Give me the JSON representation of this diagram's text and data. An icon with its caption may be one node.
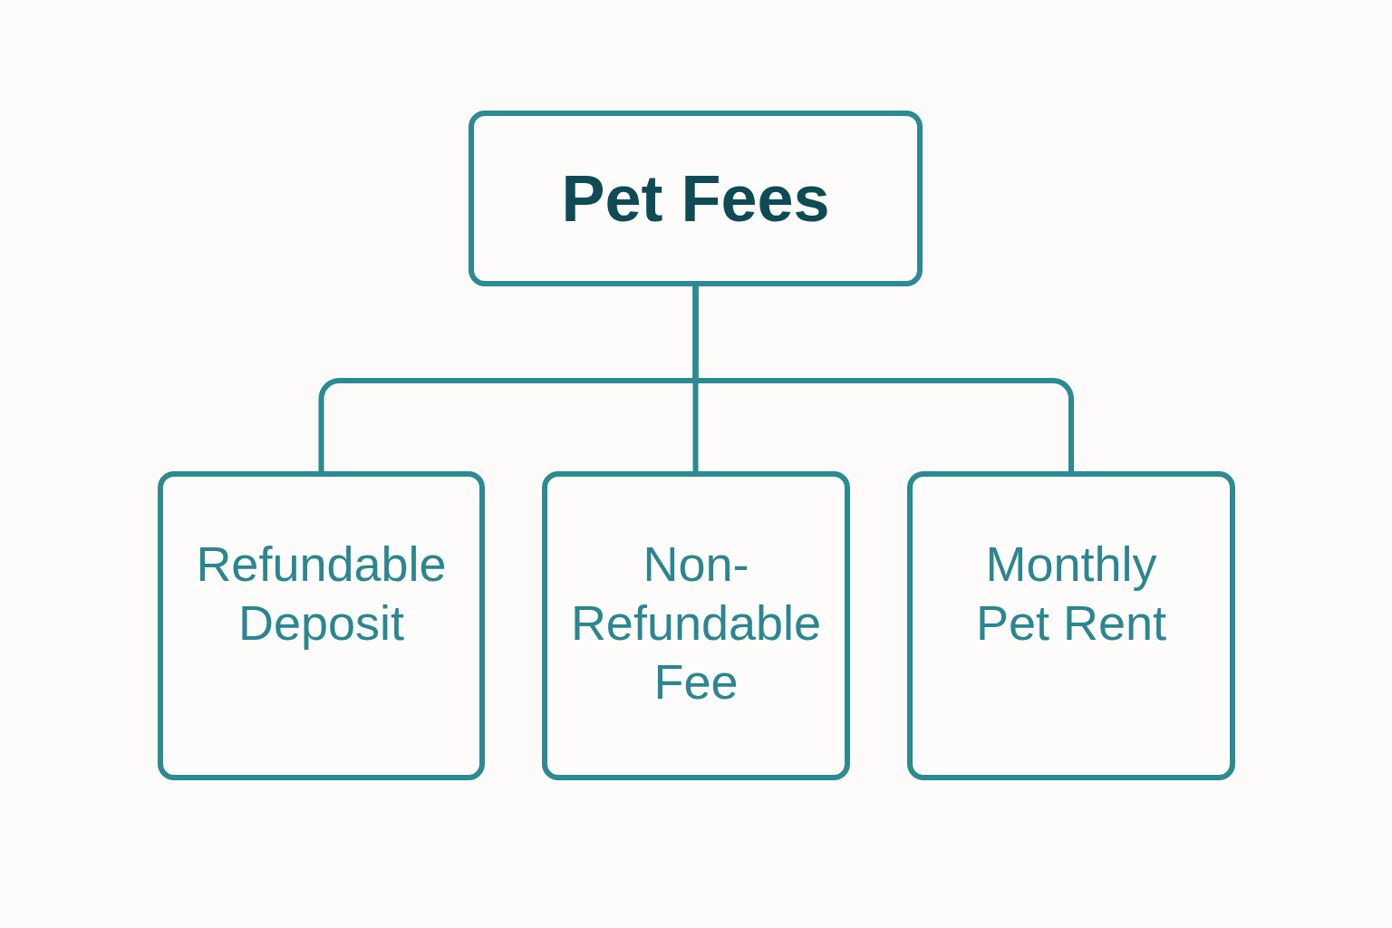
{
  "diagram": {
    "nodes": [
      {
        "text": [
          "Pet Fees"
        ]
      },
      {
        "text": [
          "Refundable Deposit"
        ]
      },
      {
        "text": [
          "Non-Refundable Fee"
        ]
      },
      {
        "text": [
          "Monthly Pet Rent"
        ]
      }
    ],
    "edges": [
      {
        "from": 0,
        "to": 1,
        "arrow": "none"
      },
      {
        "from": 0,
        "to": 2,
        "arrow": "none"
      },
      {
        "from": 0,
        "to": 3,
        "arrow": "none"
      }
    ]
  }
}
